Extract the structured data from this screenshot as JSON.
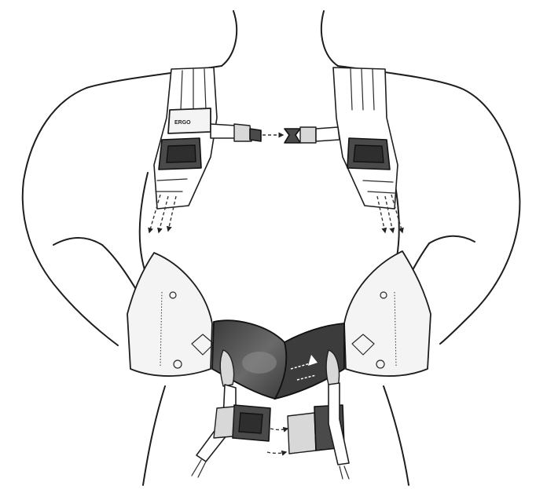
{
  "figure": {
    "logo_text": "ERGO",
    "colors": {
      "outline": "#1e1e1e",
      "belt_dark": "#4a4a4a",
      "strap_light": "#ffffff",
      "panel_fill": "#f4f4f4"
    },
    "icons": [
      "person-silhouette",
      "shoulder-strap-left",
      "shoulder-strap-right",
      "chest-buckle",
      "waist-belt",
      "waist-buckle",
      "direction-arrow"
    ]
  }
}
